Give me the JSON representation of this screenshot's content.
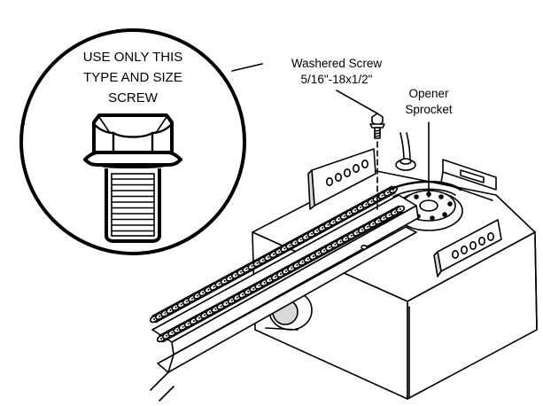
{
  "callout": {
    "line1": "USE ONLY THIS",
    "line2": "TYPE AND SIZE",
    "line3": "SCREW"
  },
  "labels": {
    "screw_name": "Washered Screw",
    "screw_size": "5/16\"-18x1/2\"",
    "sprocket_line1": "Opener",
    "sprocket_line2": "Sprocket"
  }
}
